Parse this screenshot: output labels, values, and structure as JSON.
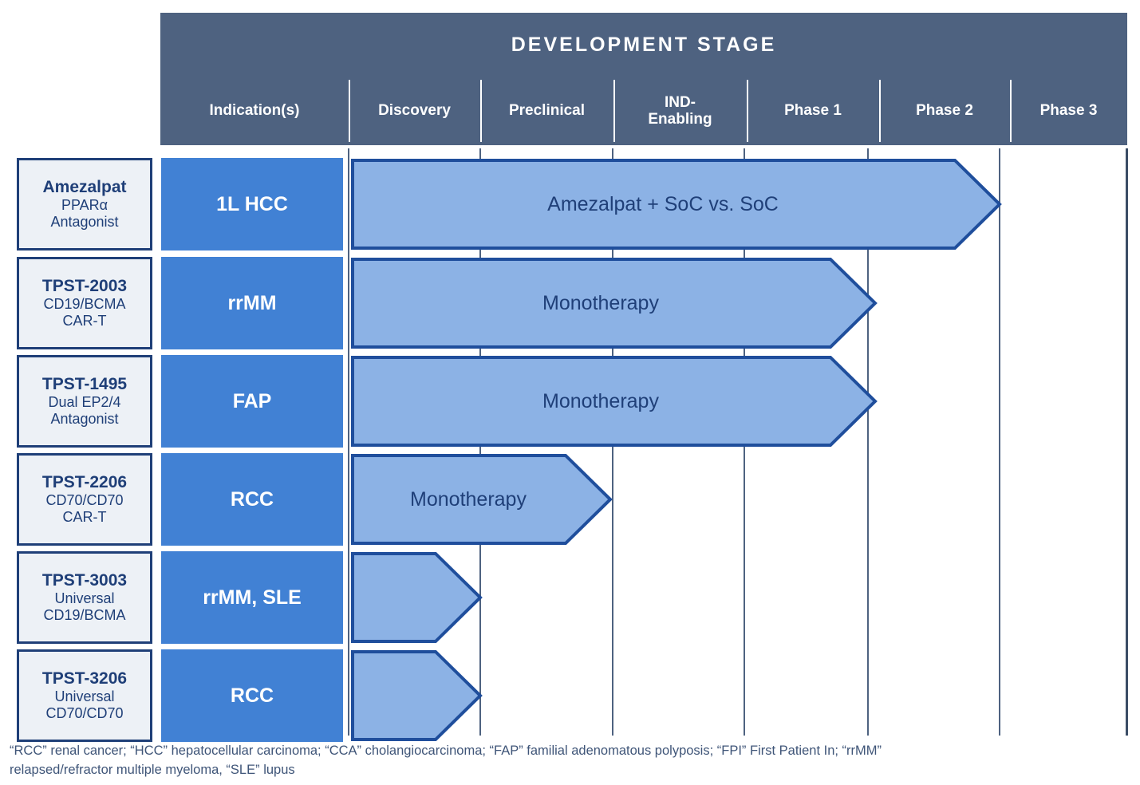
{
  "header": {
    "title": "DEVELOPMENT STAGE",
    "columns": [
      {
        "label": "Indication(s)",
        "key": "indication"
      },
      {
        "label": "Discovery",
        "key": "discovery"
      },
      {
        "label": "Preclinical",
        "key": "preclinical"
      },
      {
        "label": "IND-\nEnabling",
        "label_line1": "IND-",
        "label_line2": "Enabling",
        "key": "ind-enabling"
      },
      {
        "label": "Phase 1",
        "key": "phase-1"
      },
      {
        "label": "Phase 2",
        "key": "phase-2"
      },
      {
        "label": "Phase 3",
        "key": "phase-3"
      }
    ]
  },
  "rows": [
    {
      "asset_name": "Amezalpat",
      "asset_sub_1": "PPARα",
      "asset_sub_2": "Antagonist",
      "indication": "1L HCC",
      "bar_label": "Amezalpat + SoC vs. SoC",
      "bar_start_stage": "Discovery",
      "bar_end_stage": "Phase 2"
    },
    {
      "asset_name": "TPST-2003",
      "asset_sub_1": "CD19/BCMA",
      "asset_sub_2": "CAR-T",
      "indication": "rrMM",
      "bar_label": "Monotherapy",
      "bar_start_stage": "Discovery",
      "bar_end_stage": "Phase 1"
    },
    {
      "asset_name": "TPST-1495",
      "asset_sub_1": "Dual EP2/4",
      "asset_sub_2": "Antagonist",
      "indication": "FAP",
      "bar_label": "Monotherapy",
      "bar_start_stage": "Discovery",
      "bar_end_stage": "Phase 1"
    },
    {
      "asset_name": "TPST-2206",
      "asset_sub_1": "CD70/CD70",
      "asset_sub_2": "CAR-T",
      "indication": "RCC",
      "bar_label": "Monotherapy",
      "bar_start_stage": "Discovery",
      "bar_end_stage": "Preclinical"
    },
    {
      "asset_name": "TPST-3003",
      "asset_sub_1": "Universal",
      "asset_sub_2": "CD19/BCMA",
      "indication": "rrMM, SLE",
      "bar_label": "",
      "bar_start_stage": "Discovery",
      "bar_end_stage": "Discovery"
    },
    {
      "asset_name": "TPST-3206",
      "asset_sub_1": "Universal",
      "asset_sub_2": "CD70/CD70",
      "indication": "RCC",
      "bar_label": "",
      "bar_start_stage": "Discovery",
      "bar_end_stage": "Discovery"
    }
  ],
  "footnote": {
    "line1": "“RCC” renal cancer; “HCC” hepatocellular carcinoma; “CCA” cholangiocarcinoma; “FAP” familial adenomatous polyposis; “FPI” First Patient In; “rrMM”",
    "line2": "relapsed/refractor multiple myeloma, “SLE” lupus"
  },
  "colors": {
    "header_bg": "#4E6280",
    "indication_bg": "#4181D4",
    "bar_fill": "#8CB2E5",
    "bar_stroke": "#1F4E9C",
    "asset_border": "#1F3F78",
    "asset_bg": "#EDF1F6",
    "text_navy": "#1F3F78",
    "footnote_color": "#3F5578"
  },
  "chart_data": {
    "type": "table",
    "title": "DEVELOPMENT STAGE",
    "categories": [
      "Discovery",
      "Preclinical",
      "IND-Enabling",
      "Phase 1",
      "Phase 2",
      "Phase 3"
    ],
    "series": [
      {
        "name": "Amezalpat",
        "target": "PPARα Antagonist",
        "indication": "1L HCC",
        "program": "Amezalpat + SoC vs. SoC",
        "stage_start": 1,
        "stage_end": 5
      },
      {
        "name": "TPST-2003",
        "target": "CD19/BCMA CAR-T",
        "indication": "rrMM",
        "program": "Monotherapy",
        "stage_start": 1,
        "stage_end": 4
      },
      {
        "name": "TPST-1495",
        "target": "Dual EP2/4 Antagonist",
        "indication": "FAP",
        "program": "Monotherapy",
        "stage_start": 1,
        "stage_end": 4
      },
      {
        "name": "TPST-2206",
        "target": "CD70/CD70 CAR-T",
        "indication": "RCC",
        "program": "Monotherapy",
        "stage_start": 1,
        "stage_end": 2
      },
      {
        "name": "TPST-3003",
        "target": "Universal CD19/BCMA",
        "indication": "rrMM, SLE",
        "program": "",
        "stage_start": 1,
        "stage_end": 1
      },
      {
        "name": "TPST-3206",
        "target": "Universal CD70/CD70",
        "indication": "RCC",
        "program": "",
        "stage_start": 1,
        "stage_end": 1
      }
    ]
  }
}
